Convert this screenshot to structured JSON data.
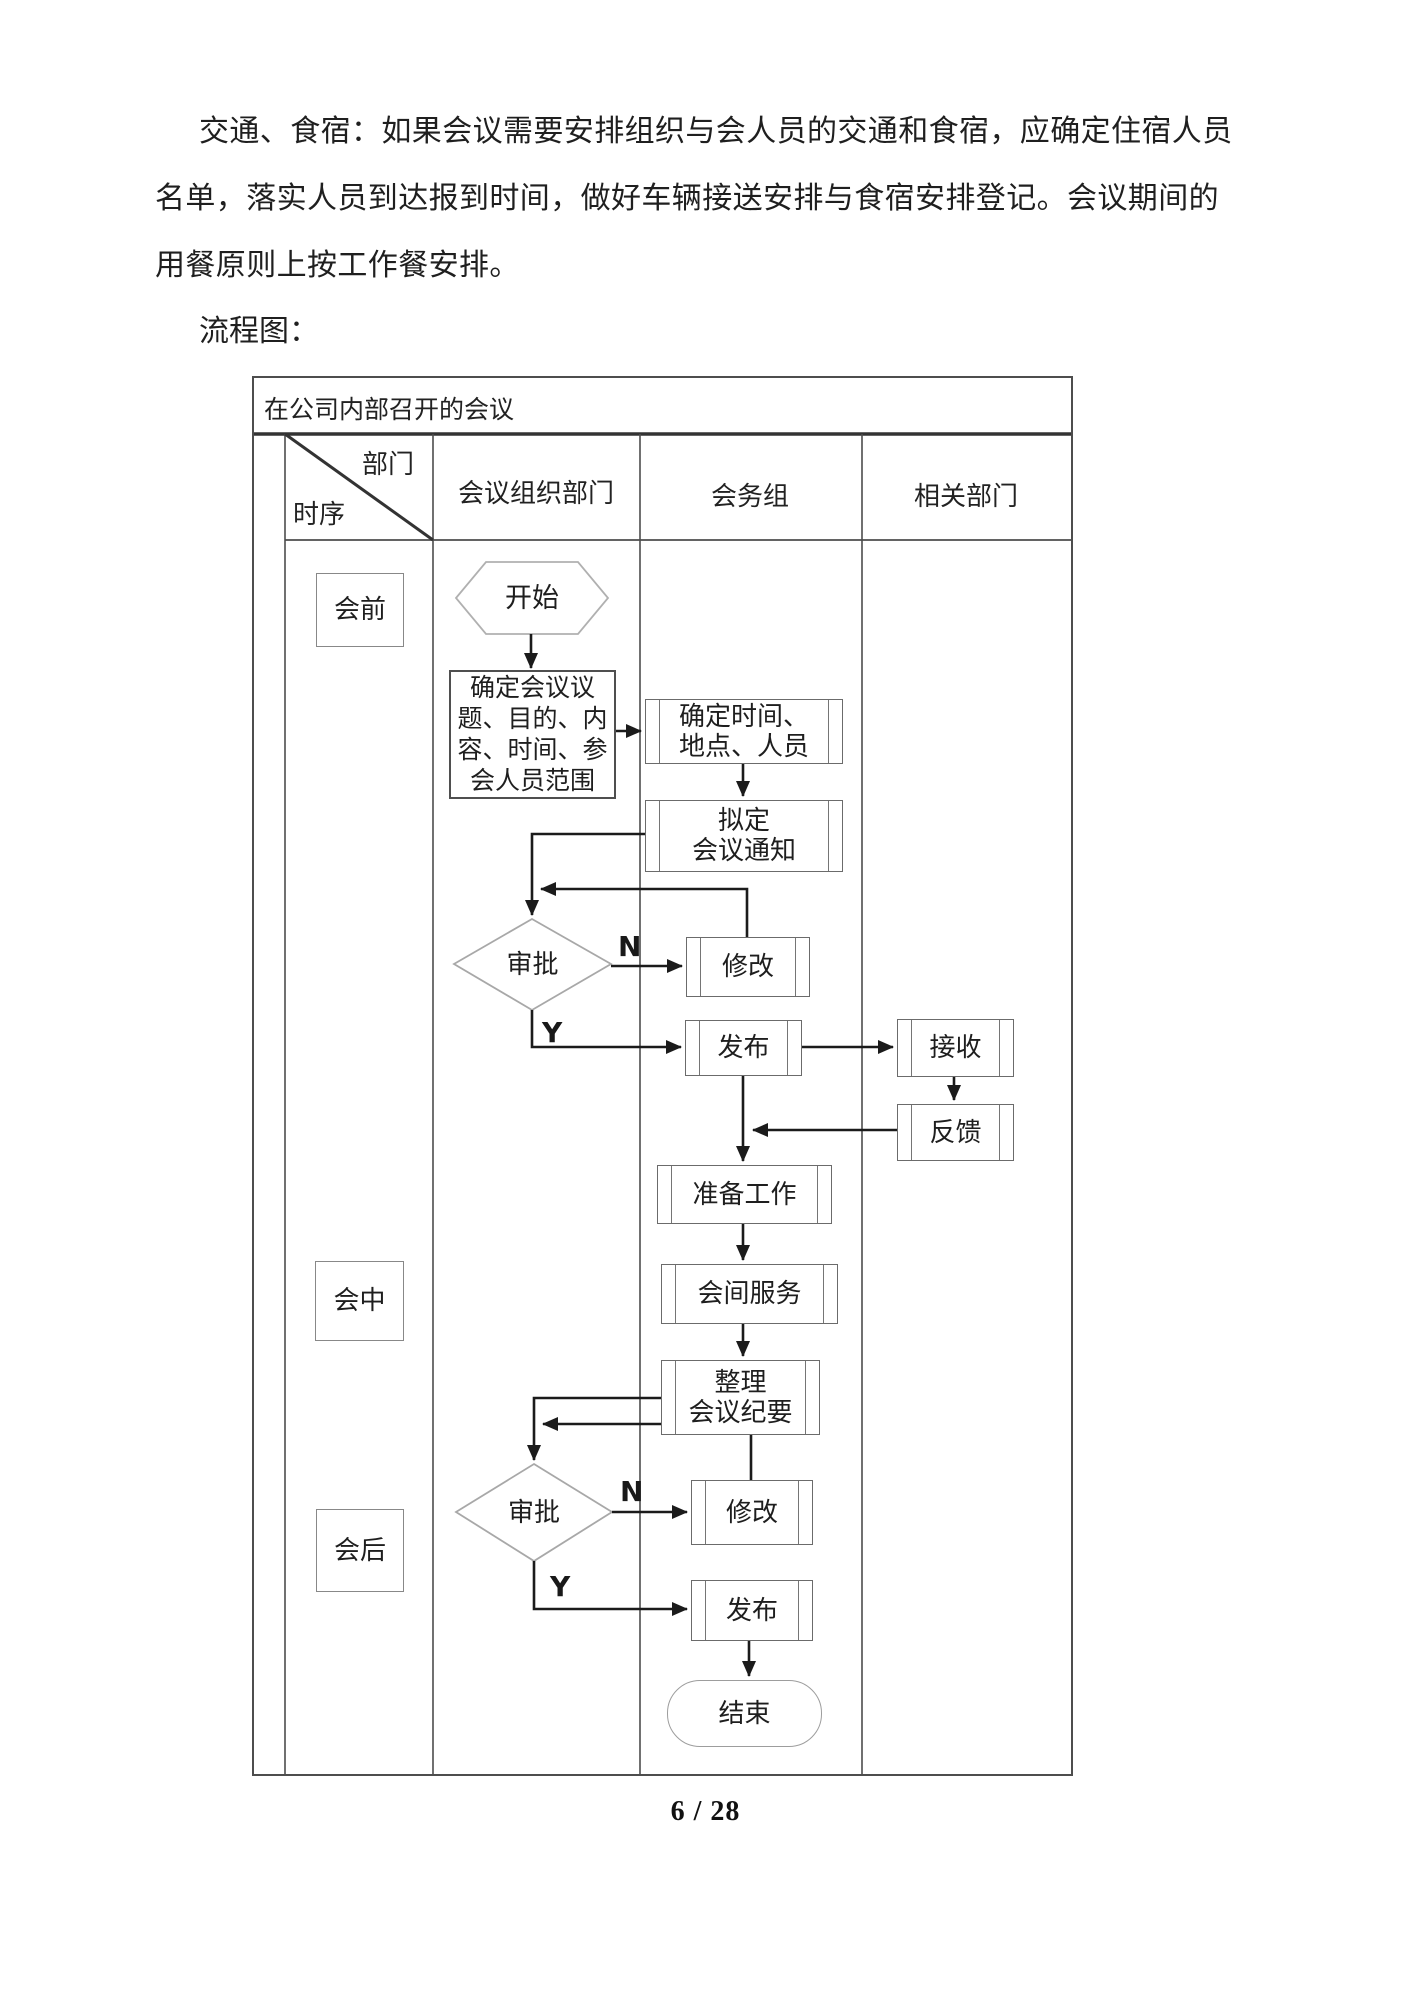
{
  "document": {
    "paragraph_lines": [
      "交通、食宿：如果会议需要安排组织与会人员的交通和食宿，应确定住宿人员",
      "名单，落实人员到达报到时间，做好车辆接送安排与食宿安排登记。会议期间的",
      "用餐原则上按工作餐安排。"
    ],
    "flowchart_caption": "流程图：",
    "page_number": "6 / 28"
  },
  "flowchart": {
    "title": "在公司内部召开的会议",
    "matrix_header": {
      "top_right": "部门",
      "bottom_left": "时序"
    },
    "lanes": [
      "会议组织部门",
      "会务组",
      "相关部门"
    ],
    "phases": [
      "会前",
      "会中",
      "会后"
    ],
    "nodes": {
      "start": "开始",
      "define_topic": "确定会议议\n题、目的、内\n容、时间、参\n会人员范围",
      "confirm_time": "确定时间、\n地点、人员",
      "draft_notice": "拟定\n会议通知",
      "approve1": "审批",
      "revise1": "修改",
      "publish1": "发布",
      "receive": "接收",
      "feedback": "反馈",
      "prepare": "准备工作",
      "meeting_service": "会间服务",
      "minutes": "整理\n会议纪要",
      "approve2": "审批",
      "revise2": "修改",
      "publish2": "发布",
      "end": "结束"
    },
    "branch_labels": {
      "no": "N",
      "yes": "Y"
    }
  }
}
